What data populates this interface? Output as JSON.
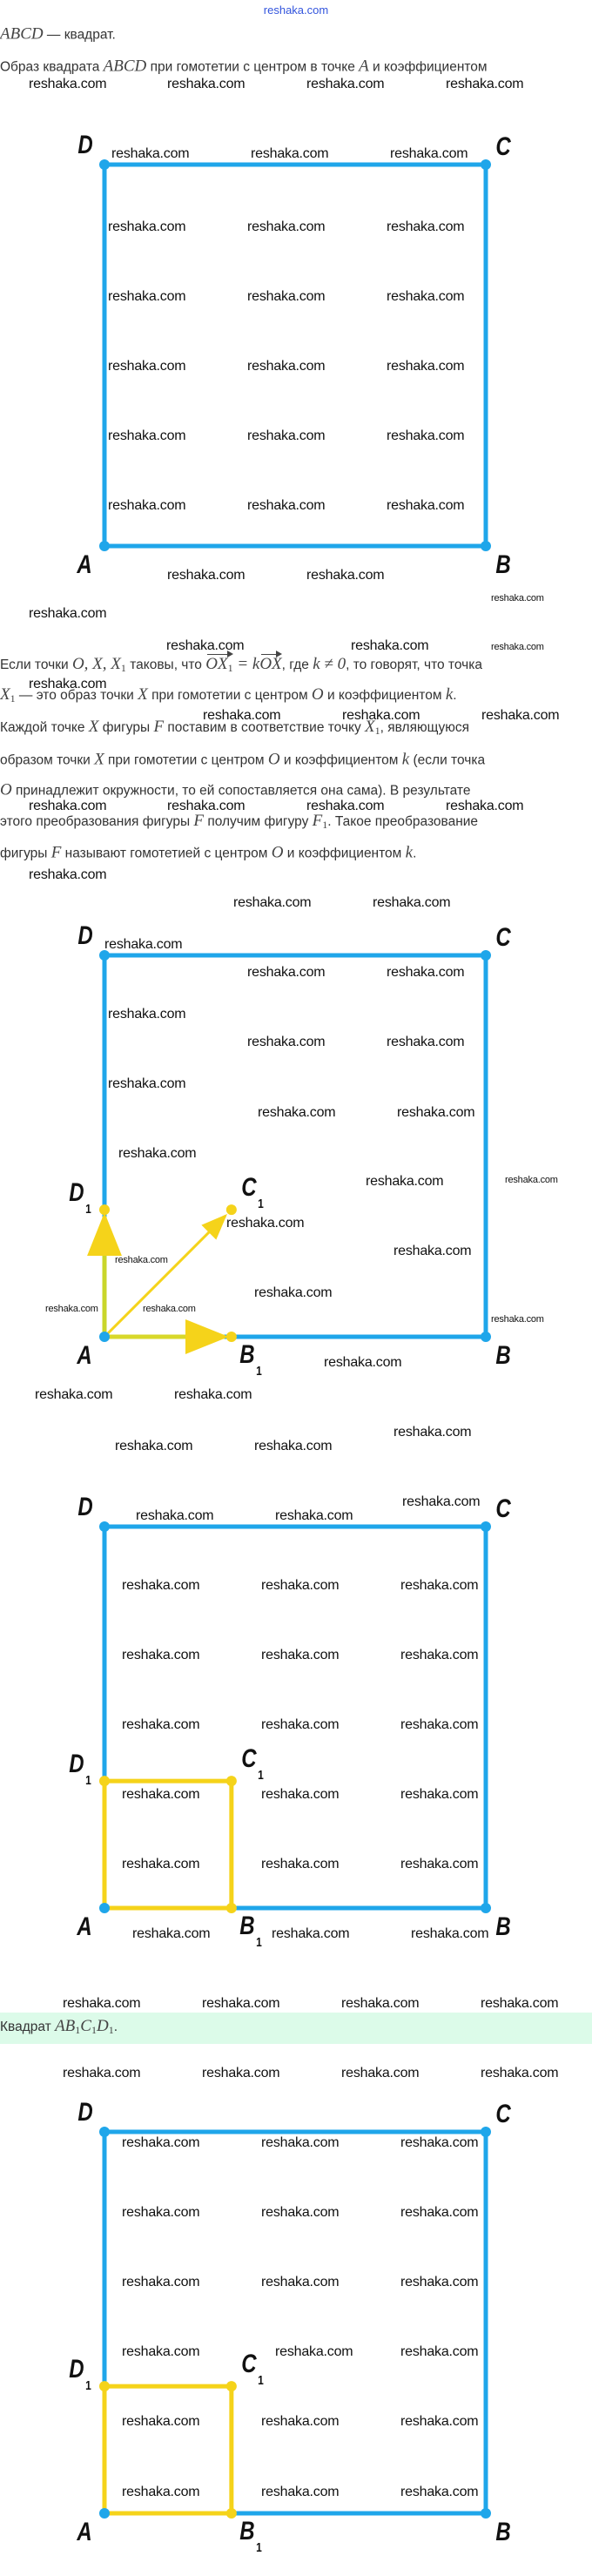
{
  "watermark": "reshaka.com",
  "header": {
    "site": "reshaka.com"
  },
  "intro": [
    {
      "m": "ABCD"
    },
    {
      "t": " — квадрат."
    }
  ],
  "task": [
    {
      "t": "Образ квадрата "
    },
    {
      "m": "ABCD"
    },
    {
      "t": " при гомотетии с центром в точке "
    },
    {
      "m": "A"
    },
    {
      "t": " и коэффициентом"
    }
  ],
  "theory": [
    [
      {
        "t": "Если точки "
      },
      {
        "m": "O, X, X",
        "s": "1"
      },
      {
        "t": " таковы, что "
      },
      {
        "v": "OX",
        "s": "1"
      },
      {
        "m": " = k"
      },
      {
        "v": "OX"
      },
      {
        "t": ", где "
      },
      {
        "m": "k ≠ 0"
      },
      {
        "t": ", то говорят, что точка"
      }
    ],
    [
      {
        "m": "X",
        "s": "1"
      },
      {
        "t": " — это образ точки "
      },
      {
        "m": "X"
      },
      {
        "t": " при гомотетии с центром "
      },
      {
        "m": "O"
      },
      {
        "t": " и коэффициентом "
      },
      {
        "m": "k"
      },
      {
        "t": "."
      }
    ],
    [
      {
        "t": "Каждой точке "
      },
      {
        "m": "X"
      },
      {
        "t": " фигуры "
      },
      {
        "m": "F"
      },
      {
        "t": " поставим в соответствие точку "
      },
      {
        "m": "X",
        "s": "1"
      },
      {
        "t": ", являющуюся"
      }
    ],
    [
      {
        "t": "образом точки "
      },
      {
        "m": "X"
      },
      {
        "t": " при гомотетии с центром "
      },
      {
        "m": "O"
      },
      {
        "t": " и коэффициентом "
      },
      {
        "m": "k"
      },
      {
        "t": " (если точка"
      }
    ],
    [
      {
        "m": "O"
      },
      {
        "t": " принадлежит окружности, то ей сопоставляется она сама). В результате"
      }
    ],
    [
      {
        "t": "этого преобразования фигуры "
      },
      {
        "m": "F"
      },
      {
        "t": " получим фигуру "
      },
      {
        "m": "F",
        "s": "1"
      },
      {
        "t": ". Такое преобразование"
      }
    ],
    [
      {
        "t": "фигуры "
      },
      {
        "m": "F"
      },
      {
        "t": " называют гомотетией с центром "
      },
      {
        "m": "O"
      },
      {
        "t": " и коэффициентом "
      },
      {
        "m": "k"
      },
      {
        "t": "."
      }
    ]
  ],
  "answer": [
    {
      "t": "Квадрат "
    },
    {
      "m": "AB",
      "s": "1"
    },
    {
      "m": "C",
      "s": "1"
    },
    {
      "m": "D",
      "s": "1"
    },
    {
      "t": "."
    }
  ],
  "diagrams": [
    {
      "labels": {
        "A": "A",
        "B": "B",
        "C": "C",
        "D": "D"
      }
    },
    {
      "labels": {
        "A": "A",
        "B": "B",
        "C": "C",
        "D": "D",
        "D1": "D",
        "C1": "C",
        "B1": "B"
      },
      "subscript": "1",
      "homothety_coefficient": 0.333
    },
    {
      "labels": {
        "A": "A",
        "B": "B",
        "C": "C",
        "D": "D",
        "D1": "D",
        "C1": "C",
        "B1": "B"
      },
      "subscript": "1",
      "homothety_coefficient": 0.333
    },
    {
      "labels": {
        "A": "A",
        "B": "B",
        "C": "C",
        "D": "D",
        "D1": "D",
        "C1": "C",
        "B1": "B"
      },
      "subscript": "1",
      "homothety_coefficient": 0.333
    }
  ],
  "colors": {
    "square": "#1fa6ea",
    "image": "#f5d31a",
    "answer_bg": "#dcfbe9",
    "header": "#3355dd"
  }
}
